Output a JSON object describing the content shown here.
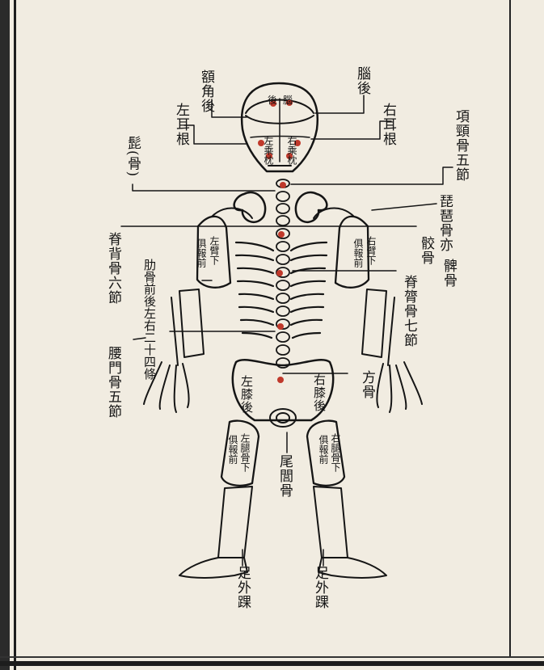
{
  "labels": {
    "e_jiao_hou": "額角後",
    "nao_hou": "腦後",
    "zuo_er_gen": "左耳根",
    "you_er_gen": "右耳根",
    "xiang_jing": "項頸骨五節",
    "gu_ji_gu": "髭(骨)",
    "pi_pa_gu": "琵琶骨亦",
    "bian_gu": "髀骨",
    "pian_gu": "骹骨",
    "ji_bei_gu_left": "脊背骨六節",
    "ji_bei_gu_right": "脊膂骨七節",
    "lei_gu": "肋骨前後左右二十四條",
    "yao_men_gu": "腰門骨五節",
    "fang_gu": "方骨",
    "wei_lu_gu": "尾閭骨",
    "zu_wai_huai_left": "足外踝",
    "zu_wai_huai_right": "足外踝"
  },
  "inner_labels": {
    "hou": "後",
    "nao": "腦",
    "zuo_shan_zhen": "左乘枕",
    "you_shan_zhen": "右乘枕",
    "zuo_bei_xia": "左臂下",
    "zuo_bei_sub": "俱報前",
    "you_bei_xia": "右臂下",
    "you_bei_sub": "俱報前",
    "zuo_xi_hou": "左膝後",
    "you_xi_hou": "右膝後",
    "zuo_tui_xia": "左腿骨下",
    "zuo_tui_sub": "俱報前",
    "you_tui_xia": "右腿骨下",
    "you_tui_sub": "俱報前"
  },
  "colors": {
    "ink": "#151515",
    "paper": "#f1ece1",
    "seal_red": "#c0392b"
  }
}
